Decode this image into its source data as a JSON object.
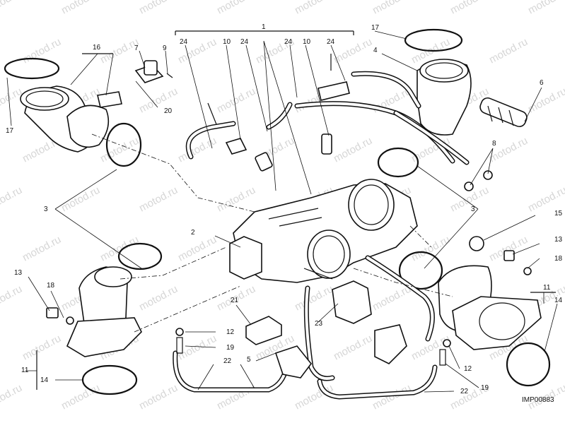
{
  "watermark": "motod.ru",
  "image_code": "IMP00883",
  "callouts": {
    "c1": "1",
    "c2": "2",
    "c3a": "3",
    "c3b": "3",
    "c4": "4",
    "c5": "5",
    "c6": "6",
    "c7": "7",
    "c8": "8",
    "c9": "9",
    "c10a": "10",
    "c10b": "10",
    "c11a": "11",
    "c11b": "11",
    "c12a": "12",
    "c12b": "12",
    "c13a": "13",
    "c13b": "13",
    "c14a": "14",
    "c14b": "14",
    "c15": "15",
    "c16": "16",
    "c17a": "17",
    "c17b": "17",
    "c18a": "18",
    "c18b": "18",
    "c19a": "19",
    "c19b": "19",
    "c20": "20",
    "c21": "21",
    "c22a": "22",
    "c22b": "22",
    "c23": "23",
    "c24a": "24",
    "c24b": "24",
    "c24c": "24",
    "c24d": "24"
  }
}
